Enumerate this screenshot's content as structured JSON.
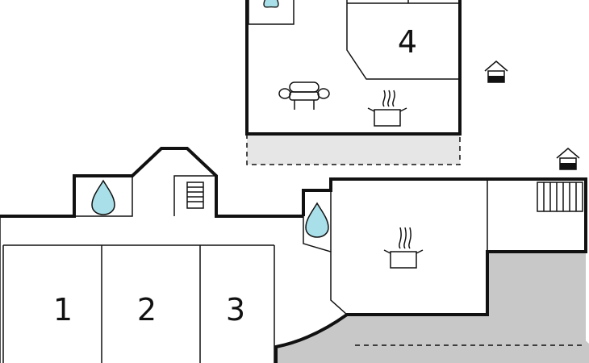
{
  "rooms": [
    {
      "number": "1"
    },
    {
      "number": "2"
    },
    {
      "number": "3"
    },
    {
      "number": "4"
    }
  ],
  "icons": {
    "water": "water-drop-icon",
    "kitchen": "cooking-pot-icon",
    "sofa": "sofa-icon",
    "house": "house-icon",
    "stairs": "stairs-icon"
  },
  "colors": {
    "water": "#a8dfe8",
    "terrace": "#c8c8c8",
    "walls": "#111111"
  }
}
